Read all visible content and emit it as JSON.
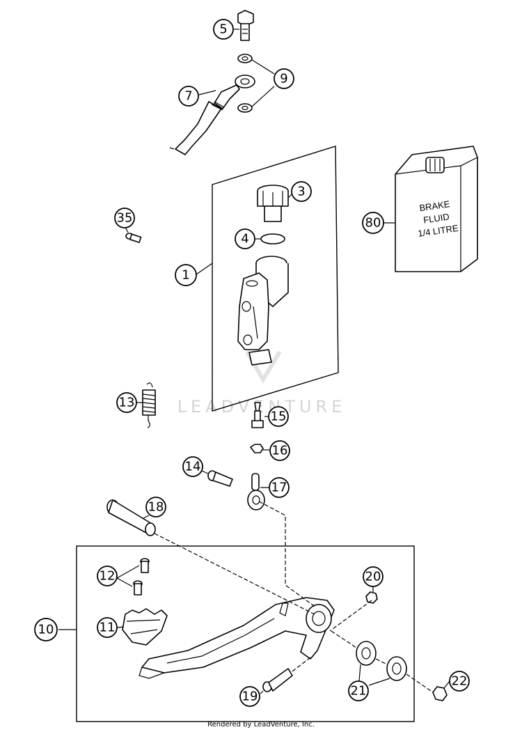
{
  "diagram": {
    "callouts": [
      "1",
      "3",
      "4",
      "5",
      "7",
      "9",
      "10",
      "11",
      "12",
      "13",
      "14",
      "15",
      "16",
      "17",
      "18",
      "19",
      "20",
      "21",
      "22",
      "35",
      "80"
    ],
    "fluid_can": {
      "line1": "BRAKE",
      "line2": "FLUID",
      "line3": "1/4 LITRE"
    },
    "watermark": "LEADVENTURE",
    "credit": "Rendered by LeadVenture, Inc."
  }
}
